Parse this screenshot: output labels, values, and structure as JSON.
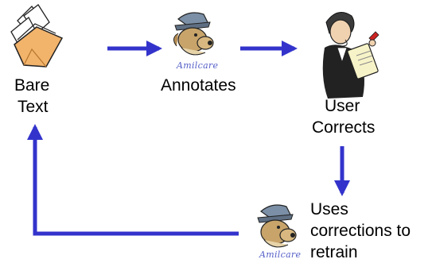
{
  "nodes": {
    "bare_text": {
      "line1": "Bare",
      "line2": "Text"
    },
    "annotates": {
      "label": "Annotates",
      "logo": "Amilcare"
    },
    "user_corrects": {
      "line1": "User",
      "line2": "Corrects"
    },
    "retrain": {
      "line1": "Uses",
      "line2": "corrections to",
      "line3": "retrain",
      "logo": "Amilcare"
    }
  },
  "colors": {
    "arrow": "#3333cc",
    "folder": "#f2b36b",
    "hair": "#3a3a3a",
    "jacket": "#222222",
    "clipboard": "#f7f3c8"
  },
  "icons": [
    "document-folder-icon",
    "amilcare-mascot-icon",
    "user-clipboard-icon"
  ]
}
